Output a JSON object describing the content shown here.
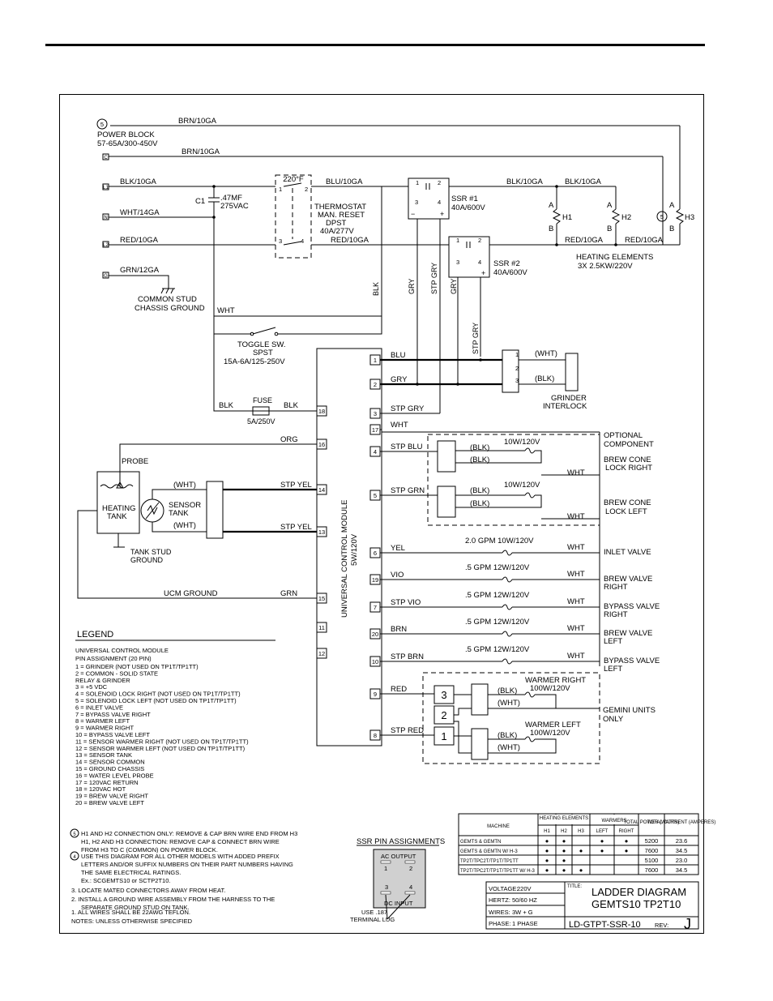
{
  "supply": {
    "power_block": [
      "POWER BLOCK",
      "57-65A/300-450V"
    ],
    "brn1": "BRN/10GA",
    "brn2": "BRN/10GA",
    "blk": "BLK/10GA",
    "wht": "WHT/14GA",
    "red": "RED/10GA",
    "grn": "GRN/12GA",
    "ground": [
      "COMMON STUD",
      "CHASSIS GROUND"
    ],
    "term_5": "5",
    "term_c": "C",
    "term_l1": "L1",
    "term_n": "N",
    "term_l2": "L2",
    "term_g": "G"
  },
  "capacitor": {
    "label": "C1",
    "value1": ".47MF",
    "value2": "275VAC"
  },
  "thermostat": {
    "temp": "220°F",
    "label": [
      "THERMOSTAT",
      "MAN. RESET",
      "DPST",
      "40A/277V"
    ],
    "p1": "1",
    "p2": "2",
    "p3": "3",
    "p4": "4"
  },
  "ssr1": {
    "label": "SSR #1",
    "rating": "40A/600V",
    "p1": "1",
    "p2": "2",
    "p3": "3",
    "p4": "4"
  },
  "ssr2": {
    "label": "SSR #2",
    "rating": "40A/600V",
    "p1": "1",
    "p2": "2",
    "p3": "3",
    "p4": "4"
  },
  "heaters": {
    "h1": "H1",
    "h2": "H2",
    "h3": "H3",
    "a": "A",
    "b": "B",
    "h3_note": "5",
    "label": [
      "HEATING ELEMENTS",
      "3X 2.5KW/220V"
    ]
  },
  "wires": {
    "blu": "BLU/10GA",
    "blk1": "BLK/10GA",
    "blk2": "BLK/10GA",
    "red_thermo": "RED/10GA",
    "red1": "RED/10GA",
    "red2": "RED/10GA",
    "blk_v": "BLK",
    "gry_v": "GRY",
    "stp_gry_v": "STP GRY",
    "gry_v2": "GRY",
    "stp_gry_v2": "STP GRY",
    "wht_top": "WHT"
  },
  "toggle": {
    "label": [
      "TOGGLE SW.",
      "SPST",
      "15A-6A/125-250V"
    ]
  },
  "fuse": {
    "label": "FUSE",
    "rating": "5A/250V",
    "blk_l": "BLK",
    "blk_r": "BLK"
  },
  "ucm": {
    "label": [
      "UNIVERSAL CONTROL MODULE",
      "5W/120V"
    ],
    "pins_left": [
      {
        "pin": "18"
      },
      {
        "pin": "16",
        "wire": "ORG"
      },
      {
        "pin": "14",
        "wire": "STP YEL"
      },
      {
        "pin": "13",
        "wire": "STP YEL"
      },
      {
        "pin": "15",
        "wire": "GRN"
      },
      {
        "pin": "11"
      },
      {
        "pin": "12"
      }
    ],
    "pins_right": [
      {
        "pin": "1",
        "wire": "BLU"
      },
      {
        "pin": "2",
        "wire": "GRY"
      },
      {
        "pin": "3",
        "wire": "STP GRY"
      },
      {
        "pin": "17",
        "wire": "WHT"
      },
      {
        "pin": "4",
        "wire": "STP BLU"
      },
      {
        "pin": "5",
        "wire": "STP GRN"
      },
      {
        "pin": "6",
        "wire": "YEL"
      },
      {
        "pin": "19",
        "wire": "VIO"
      },
      {
        "pin": "7",
        "wire": "STP VIO"
      },
      {
        "pin": "20",
        "wire": "BRN"
      },
      {
        "pin": "10",
        "wire": "STP BRN"
      },
      {
        "pin": "9",
        "wire": "RED"
      },
      {
        "pin": "8",
        "wire": "STP RED"
      }
    ]
  },
  "grinder": {
    "wht": "(WHT)",
    "blk": "(BLK)",
    "label": [
      "GRINDER",
      "INTERLOCK"
    ],
    "c1": "1",
    "c2": "2",
    "c3": "3"
  },
  "loads": {
    "optional": [
      "OPTIONAL",
      "COMPONENT"
    ],
    "lock_right": {
      "rating": "10W/120V",
      "blk1": "(BLK)",
      "blk2": "(BLK)",
      "wht": "WHT",
      "label": [
        "BREW CONE",
        "LOCK RIGHT"
      ]
    },
    "lock_left": {
      "rating": "10W/120V",
      "blk1": "(BLK)",
      "blk2": "(BLK)",
      "wht": "WHT",
      "label": [
        "BREW CONE",
        "LOCK LEFT"
      ]
    },
    "valves": [
      {
        "rating": "2.0 GPM 10W/120V",
        "wht": "WHT",
        "label": [
          "INLET VALVE"
        ]
      },
      {
        "rating": ".5 GPM 12W/120V",
        "wht": "WHT",
        "label": [
          "BREW VALVE",
          "RIGHT"
        ]
      },
      {
        "rating": ".5 GPM 12W/120V",
        "wht": "WHT",
        "label": [
          "BYPASS VALVE",
          "RIGHT"
        ]
      },
      {
        "rating": ".5 GPM 12W/120V",
        "wht": "WHT",
        "label": [
          "BREW VALVE",
          "LEFT"
        ]
      },
      {
        "rating": ".5 GPM 12W/120V",
        "wht": "WHT",
        "label": [
          "BYPASS VALVE",
          "LEFT"
        ]
      }
    ],
    "gemini": [
      "GEMINI UNITS",
      "ONLY"
    ],
    "warmer_right": {
      "label": "WARMER RIGHT",
      "rating": "100W/120V",
      "blk": "(BLK)",
      "wht": "(WHT)"
    },
    "warmer_left": {
      "label": "WARMER LEFT",
      "rating": "100W/120V",
      "blk": "(BLK)",
      "wht": "(WHT)"
    },
    "blocks": [
      "3",
      "2",
      "1"
    ]
  },
  "tank": {
    "probe": "PROBE",
    "heating_tank": [
      "HEATING",
      "TANK"
    ],
    "sensor": [
      "SENSOR",
      "TANK"
    ],
    "wht1": "(WHT)",
    "wht2": "(WHT)",
    "stud": [
      "TANK STUD",
      "GROUND"
    ],
    "ucm_ground": "UCM GROUND"
  },
  "legend": {
    "title": "LEGEND",
    "header": [
      "UNIVERSAL CONTROL MODULE",
      "PIN ASSIGNMENT (20 PIN)"
    ],
    "lines": [
      "1    =  GRINDER (NOT USED ON TP1T/TP1TT)",
      "2    =  COMMON  -  SOLID STATE",
      "          RELAY  &  GRINDER",
      "3    =  +5  VDC",
      "4    =  SOLENOID LOCK RIGHT (NOT USED ON TP1T/TP1TT)",
      "5    =  SOLENOID LOCK LEFT (NOT USED ON TP1T/TP1TT)",
      "6    =  INLET VALVE",
      "7    =  BYPASS VALVE RIGHT",
      "8    =  WARMER LEFT",
      "9    =  WARMER RIGHT",
      "10  =  BYPASS VALVE LEFT",
      "11  =  SENSOR WARMER RIGHT (NOT USED ON TP1T/TP1TT)",
      "12  =  SENSOR WARMER LEFT (NOT USED ON TP1T/TP1TT)",
      "13  =  SENSOR TANK",
      "14  =  SENSOR COMMON",
      "15  =  GROUND CHASSIS",
      "16  =  WATER LEVEL PROBE",
      "17  =  120VAC RETURN",
      "18  =  120VAC HOT",
      "19  =  BREW VALVE RIGHT",
      "20  =  BREW VALVE LEFT"
    ]
  },
  "notes": {
    "n5": [
      "H1 AND H2 CONNECTION ONLY: REMOVE & CAP BRN WIRE END FROM H3",
      "H1, H2 AND H3 CONNECTION: REMOVE CAP & CONNECT BRN WIRE",
      "FROM H3 TO C (COMMON) ON POWER BLOCK."
    ],
    "n4": [
      "USE THIS DIAGRAM FOR ALL OTHER MODELS WITH ADDED PREFIX",
      "LETTERS AND/OR SUFFIX NUMBERS ON THEIR PART NUMBERS HAVING",
      "THE SAME ELECTRICAL RATINGS.",
      "Ex.: SCGEMTS10 or SCTP2T10."
    ],
    "n3": "3.  LOCATE MATED CONNECTORS AWAY FROM HEAT.",
    "n2": [
      "2.  INSTALL A GROUND WIRE ASSEMBLY FROM THE HARNESS TO THE",
      "SEPARATE GROUND STUD ON TANK."
    ],
    "n1": "1.  ALL WIRES SHALL BE 22AWG TEFLON.",
    "n0": "NOTES: UNLESS OTHERWISE SPECIFIED",
    "mark5": "5",
    "mark4": "4"
  },
  "ssr_pins": {
    "title": "SSR PIN ASSIGNMENTS",
    "ac": "AC OUTPUT",
    "dc": "DC INPUT",
    "p1": "1",
    "p2": "2",
    "p3": "3",
    "p4": "4",
    "use": [
      "USE .187",
      "TERMINAL LUG"
    ]
  },
  "table": {
    "headers": [
      "MACHINE",
      "HEATING ELEMENTS",
      "WARMERS",
      "TOTAL POWER (WATTS)",
      "TOTAL CURRENT (AMPERES)"
    ],
    "sub": [
      "H1",
      "H2",
      "H3",
      "LEFT",
      "RIGHT"
    ],
    "rows": [
      {
        "machine": "GEMTS & GEMTN",
        "h1": "●",
        "h2": "●",
        "h3": "",
        "left": "●",
        "right": "●",
        "power": "5200",
        "current": "23.6"
      },
      {
        "machine": "GEMTS & GEMTN W/ H-3",
        "h1": "●",
        "h2": "●",
        "h3": "●",
        "left": "●",
        "right": "●",
        "power": "7600",
        "current": "34.5"
      },
      {
        "machine": "TP2T/TPC2T/TP1T/TP1TT",
        "h1": "●",
        "h2": "●",
        "h3": "",
        "left": "",
        "right": "",
        "power": "5100",
        "current": "23.0"
      },
      {
        "machine": "TP2T/TPC2T/TP1T/TP1TT W/ H-3",
        "h1": "●",
        "h2": "●",
        "h3": "●",
        "left": "",
        "right": "",
        "power": "7600",
        "current": "34.5"
      }
    ]
  },
  "titleblock": {
    "voltage": "VOLTAGE:",
    "voltage_val": "220V",
    "hertz": "HERTZ:",
    "hertz_val": "50/60 HZ",
    "wires": "WIRES:",
    "wires_val": "3W + G",
    "phase": "PHASE:",
    "phase_val": "1 PHASE",
    "title_lbl": "TITLE:",
    "title1": "LADDER DIAGRAM",
    "title2": "GEMTS10 TP2T10",
    "dwg": "LD-GTPT-SSR-10",
    "rev_lbl": "REV:",
    "rev": "J"
  }
}
